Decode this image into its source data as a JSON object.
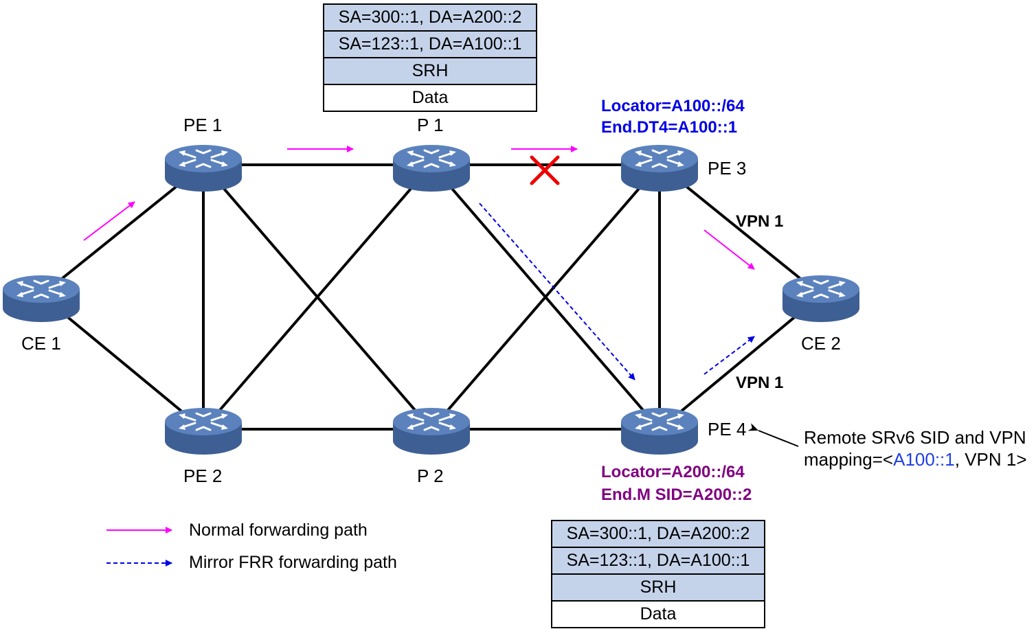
{
  "nodes": {
    "ce1": "CE 1",
    "ce2": "CE 2",
    "pe1": "PE 1",
    "pe2": "PE 2",
    "pe3": "PE 3",
    "pe4": "PE 4",
    "p1": "P 1",
    "p2": "P 2"
  },
  "pe3_info": {
    "locator": "Locator=A100::/64",
    "sid": "End.DT4=A100::1"
  },
  "pe4_info": {
    "locator": "Locator=A200::/64",
    "sid": "End.M SID=A200::2"
  },
  "vpn_labels": {
    "upper": "VPN 1",
    "lower": "VPN 1"
  },
  "remote_note": {
    "line1": "Remote SRv6 SID and VPN",
    "line2_prefix": "mapping=<",
    "line2_sid": "A100::1",
    "line2_suffix": ", VPN 1>"
  },
  "packet_top": {
    "rows": [
      "SA=300::1, DA=A200::2",
      "SA=123::1, DA=A100::1",
      "SRH",
      "Data"
    ]
  },
  "packet_bottom": {
    "rows": [
      "SA=300::1, DA=A200::2",
      "SA=123::1, DA=A100::1",
      "SRH",
      "Data"
    ]
  },
  "legend": {
    "normal": "Normal forwarding path",
    "mirror": "Mirror FRR forwarding path"
  },
  "colors": {
    "router_body": "#4a6fa8",
    "router_top": "#5b82bd",
    "normal_path": "#ff00ff",
    "mirror_path": "#0000e6",
    "failure_mark": "#ee0000",
    "pe3_text": "#0000e6",
    "pe4_text": "#800080",
    "packet_fill": "#c5d3ea"
  }
}
